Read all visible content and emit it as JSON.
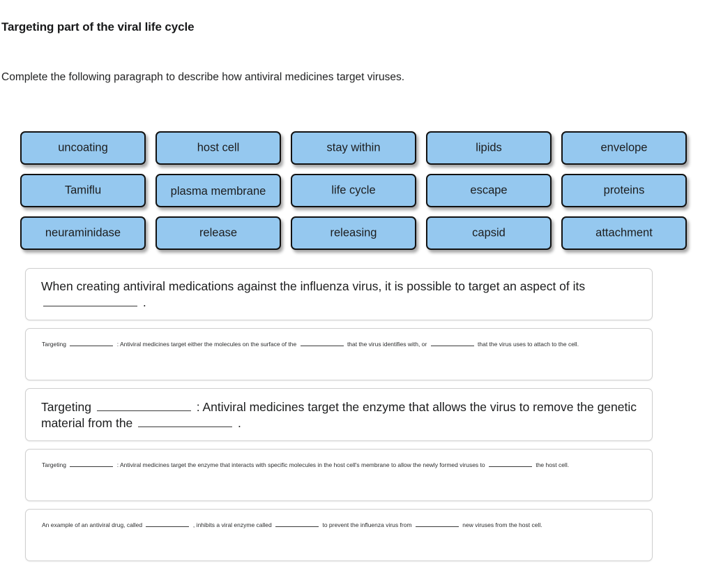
{
  "page": {
    "heading": "Targeting part of the viral life cycle",
    "instruction": "Complete the following paragraph to describe how antiviral medicines target viruses."
  },
  "word_bank": {
    "tiles": [
      {
        "label": "uncoating",
        "overflow": false
      },
      {
        "label": "host cell",
        "overflow": false
      },
      {
        "label": "stay within",
        "overflow": false
      },
      {
        "label": "lipids",
        "overflow": false
      },
      {
        "label": "envelope",
        "overflow": false
      },
      {
        "label": "Tamiflu",
        "overflow": false
      },
      {
        "label": "plasma membrane",
        "overflow": true
      },
      {
        "label": "life cycle",
        "overflow": false
      },
      {
        "label": "escape",
        "overflow": false
      },
      {
        "label": "proteins",
        "overflow": false
      },
      {
        "label": "neuraminidase",
        "overflow": false
      },
      {
        "label": "release",
        "overflow": false
      },
      {
        "label": "releasing",
        "overflow": false
      },
      {
        "label": "capsid",
        "overflow": false
      },
      {
        "label": "attachment",
        "overflow": false
      }
    ]
  },
  "answers": {
    "boxes": [
      {
        "size": "big",
        "parts": [
          {
            "type": "text",
            "value": "When creating antiviral medications against the influenza virus, it is possible to target an aspect of its "
          },
          {
            "type": "blank",
            "value": ""
          },
          {
            "type": "text",
            "value": " ."
          }
        ]
      },
      {
        "size": "small",
        "parts": [
          {
            "type": "text",
            "value": "Targeting "
          },
          {
            "type": "blank",
            "value": ""
          },
          {
            "type": "text",
            "value": " : Antiviral medicines target either the molecules on the surface of the "
          },
          {
            "type": "blank",
            "value": ""
          },
          {
            "type": "text",
            "value": " that the virus identifies with, or "
          },
          {
            "type": "blank",
            "value": ""
          },
          {
            "type": "text",
            "value": " that the virus uses to attach to the cell."
          }
        ]
      },
      {
        "size": "big",
        "parts": [
          {
            "type": "text",
            "value": "Targeting "
          },
          {
            "type": "blank",
            "value": ""
          },
          {
            "type": "text",
            "value": " : Antiviral medicines target the enzyme that allows the virus to remove the genetic material from the "
          },
          {
            "type": "blank",
            "value": ""
          },
          {
            "type": "text",
            "value": " ."
          }
        ]
      },
      {
        "size": "small",
        "parts": [
          {
            "type": "text",
            "value": "Targeting "
          },
          {
            "type": "blank",
            "value": ""
          },
          {
            "type": "text",
            "value": " : Antiviral medicines target the enzyme that interacts with specific molecules in the host cell's membrane to allow the newly formed viruses to "
          },
          {
            "type": "blank",
            "value": ""
          },
          {
            "type": "text",
            "value": " the host cell."
          }
        ]
      },
      {
        "size": "small",
        "parts": [
          {
            "type": "text",
            "value": "An example of an antiviral drug, called "
          },
          {
            "type": "blank",
            "value": ""
          },
          {
            "type": "text",
            "value": " , inhibits a viral enzyme called "
          },
          {
            "type": "blank",
            "value": ""
          },
          {
            "type": "text",
            "value": " to prevent the influenza virus from "
          },
          {
            "type": "blank",
            "value": ""
          },
          {
            "type": "text",
            "value": " new viruses from the host cell."
          }
        ]
      }
    ]
  },
  "colors": {
    "tile_fill": "#95c8ef",
    "tile_border": "#121212",
    "box_border": "#cfcfcf",
    "text": "#1c1d1e"
  }
}
